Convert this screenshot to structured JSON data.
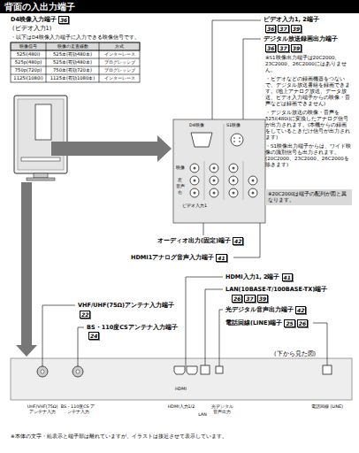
{
  "diagram": {
    "title": "背面の入出力端子",
    "nodes": [
      {
        "text": [
          "※20C2000は端子の配列が図と異なります。"
        ]
      }
    ],
    "labels": [
      "D4映像入力端子",
      "36",
      "(ビデオ入力1)",
      "・以下はD4映像入力端子に入力できる映像信号です。",
      "映像信号",
      "映像の走査線数",
      "方式",
      "525i(480i)",
      "525本(有効480本)",
      "インターレース",
      "525p(480p)",
      "525本(有効480本)",
      "プログレッシブ",
      "750p(720p)",
      "750本(有効720本)",
      "プログレッシブ",
      "1125i(1080i)",
      "1125本(有効1080本)",
      "インターレース",
      "ビデオ入力1, 2端子",
      "36",
      "37",
      "39",
      "デジタル放送録画出力端子",
      "36",
      "37",
      "39",
      "※S1映像出力端子は20C2000、23C2000、26C2000にはありません。",
      "・ビデオなどの録画機器をつないで、デジタル放送番組を録画できます。(地上アナログ放送、データ放送、ビデオ入力端子からの映像・音声などは録画できません)",
      "・デジタル放送の映像・音声を525i(480i)に変換したアナログ信号が出力されます。(本機からの録画をしているときだけ信号が出力されます)",
      "・S1映像出力端子からは、ワイド映像の識別信号も出力されます。(20C2000、23C2000、26C2000を除きます)",
      "D4映像",
      "S1映像",
      "映像",
      "左",
      "音声",
      "右",
      "ビデオ入力1",
      "オーディオ出力(固定)端子",
      "42",
      "HDMI1アナログ音声入力端子",
      "41",
      "HDMI入力1, 2端子",
      "41",
      "LAN(10BASE-T/100BASE-TX)端子",
      "26",
      "37",
      "39",
      "光デジタル音声出力端子",
      "42",
      "電話回線(LINE)端子",
      "25",
      "26",
      "VHF/UHF(75Ω)アンテナ入力端子",
      "22",
      "BS・110度CSアンテナ入力端子",
      "24",
      "(下から見た図)",
      "UHF/VHF(75Ω) アンテナ入力",
      "BS・110度CS アンテナ入力",
      "HDMI",
      "HDMI入力1/2",
      "LAN",
      "光デジタル 音声出力",
      "電話回線 (LINE)",
      "※本体の文字・絵表示と端子部は離れていますが、イラストは接近させて表示しています。"
    ]
  }
}
